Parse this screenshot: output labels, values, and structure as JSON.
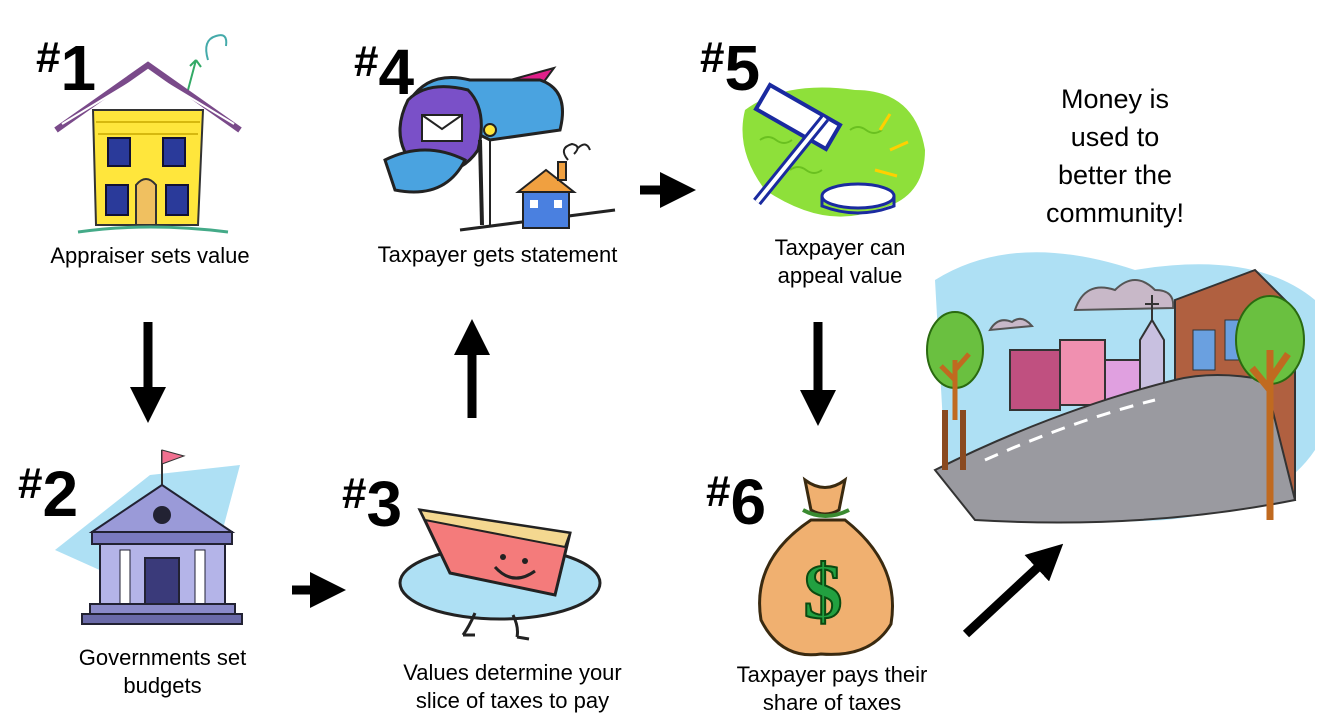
{
  "steps": [
    {
      "num": "1",
      "caption_lines": [
        "Appraiser sets value"
      ],
      "icon": "house-icon"
    },
    {
      "num": "2",
      "caption_lines": [
        "Governments set",
        "budgets"
      ],
      "icon": "government-building-icon"
    },
    {
      "num": "3",
      "caption_lines": [
        "Values determine your",
        "slice of taxes to pay"
      ],
      "icon": "pie-slice-icon"
    },
    {
      "num": "4",
      "caption_lines": [
        "Taxpayer gets statement"
      ],
      "icon": "mailbox-icon"
    },
    {
      "num": "5",
      "caption_lines": [
        "Taxpayer can",
        "appeal value"
      ],
      "icon": "gavel-icon"
    },
    {
      "num": "6",
      "caption_lines": [
        "Taxpayer pays their",
        "share of taxes"
      ],
      "icon": "money-bag-icon"
    }
  ],
  "outcome": {
    "lines": [
      "Money is",
      "used to",
      "better the",
      "community!"
    ],
    "icon": "town-street-icon"
  },
  "colors": {
    "arrow": "#000000",
    "house": "#ffe63c",
    "pie": "#f47b7b",
    "mailbox": "#4aa3e0",
    "gavel_bg": "#8ee03a",
    "bag": "#f0b070",
    "dollar": "#22a040"
  }
}
